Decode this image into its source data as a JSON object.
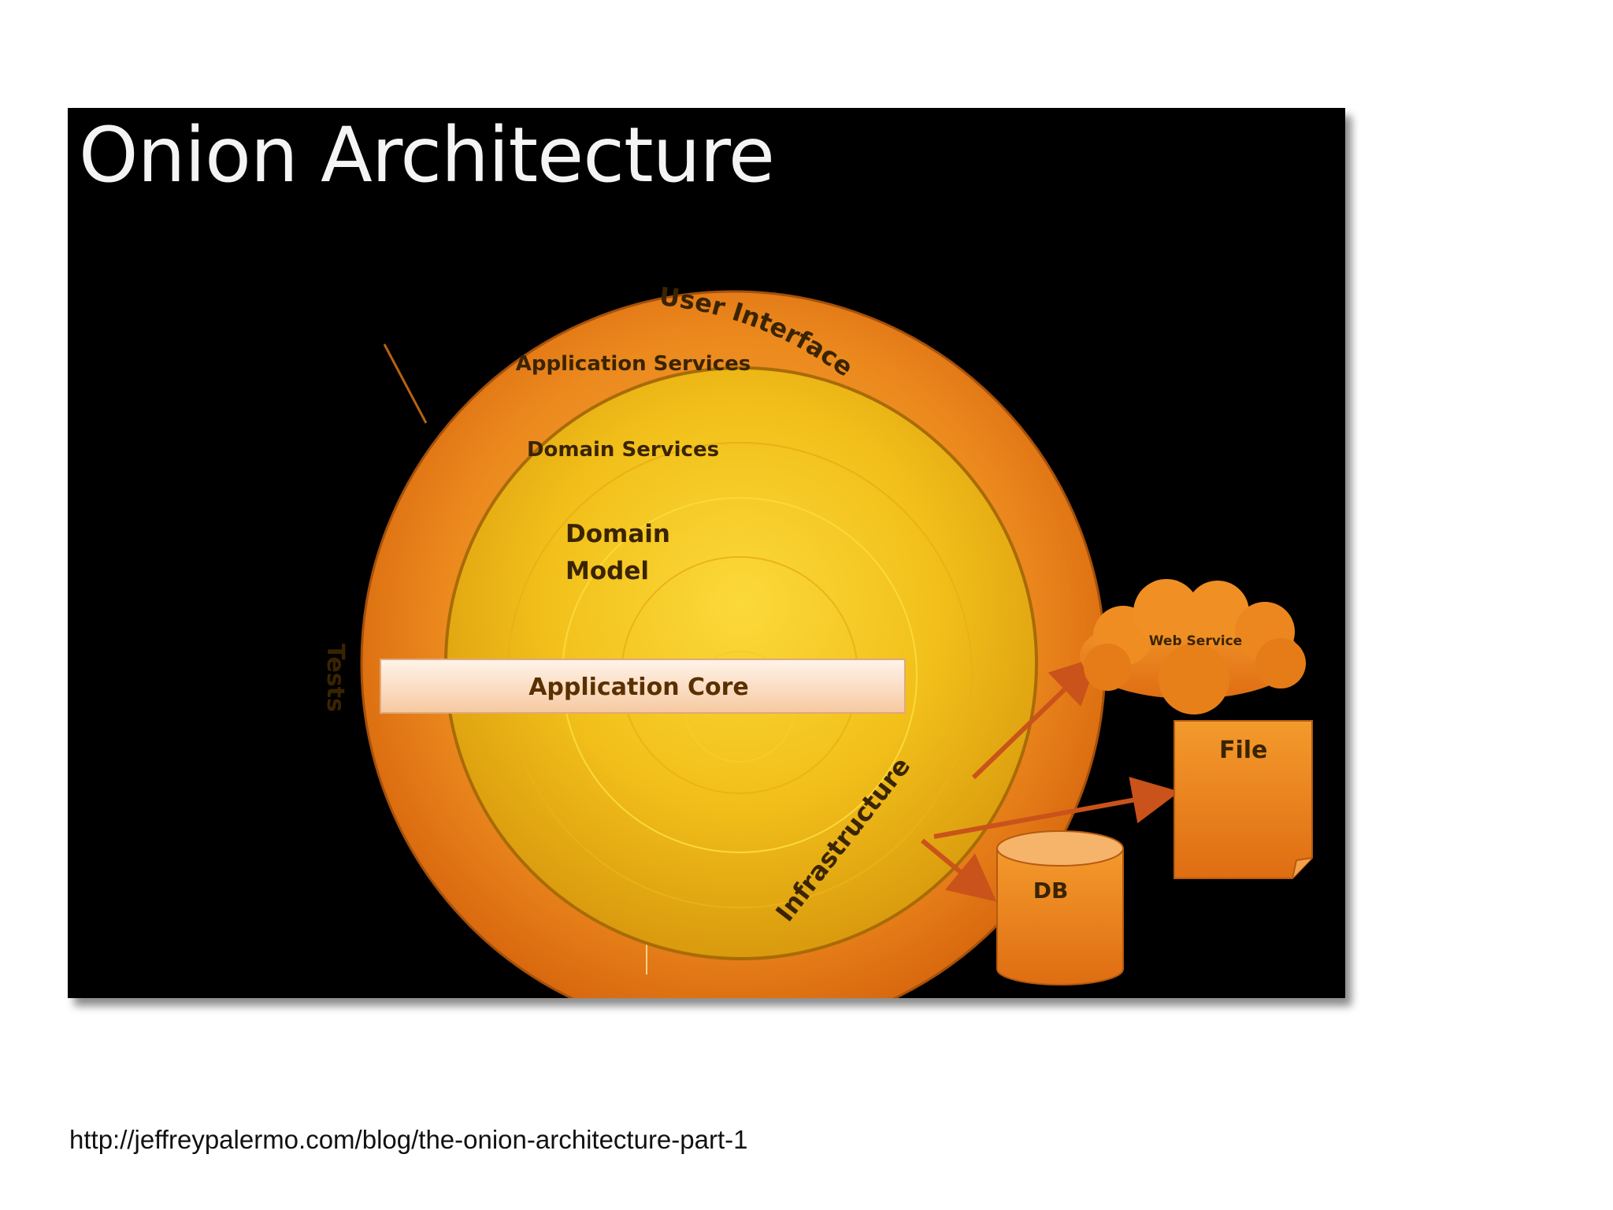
{
  "slide": {
    "title": "Onion Architecture",
    "source_url": "http://jeffreypalermo.com/blog/the-onion-architecture-part-1"
  },
  "diagram": {
    "rings": {
      "outer_top": "User Interface",
      "outer_left": "Tests",
      "outer_right": "Infrastructure",
      "layer_1": "Application Services",
      "layer_2": "Domain Services",
      "core_line_1": "Domain",
      "core_line_2": "Model",
      "band": "Application Core"
    },
    "external": {
      "cloud": "Web Service",
      "file": "File",
      "db": "DB"
    },
    "colors": {
      "background": "#000000",
      "outer_ring": "#e8821a",
      "inner_core": "#f2c41c",
      "band": "#fde6d0",
      "arrows": "#c9531a"
    }
  }
}
